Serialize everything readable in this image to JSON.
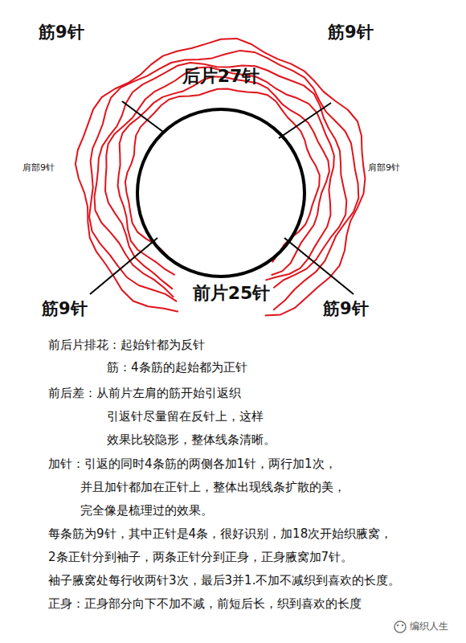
{
  "diagram": {
    "labels": [
      "筋9针",
      "筋9针",
      "后片27针",
      "肩部9针",
      "肩部9针",
      "前片25针",
      "筋9针",
      "筋9针",
      "前后片排花：起始针都为反针",
      "筋：4条筋的起始都为正针",
      "前后差：从前片左肩的筋开始引返织",
      "引返针尽量留在反针上，这样",
      "效果比较隐形，整体线条清晰。",
      "加针：引返的同时4条筋的两侧各加1针，两行加1次，",
      "并且加针都加在正针上，整体出现线条扩散的美，",
      "完全像是梳理过的效果。",
      "每条筋为9针，其中正针是4条，很好识别，加18次开始织腋窝，",
      "2条正针分到袖子，两条正针分到正身，正身腋窝加7针。",
      "袖子腋窝处每行收两针3次，最后3并1.不加不减织到喜欢的长度。",
      "正身：正身部分向下不加不减，前短后长，织到喜欢的长度",
      "编织人生"
    ]
  }
}
